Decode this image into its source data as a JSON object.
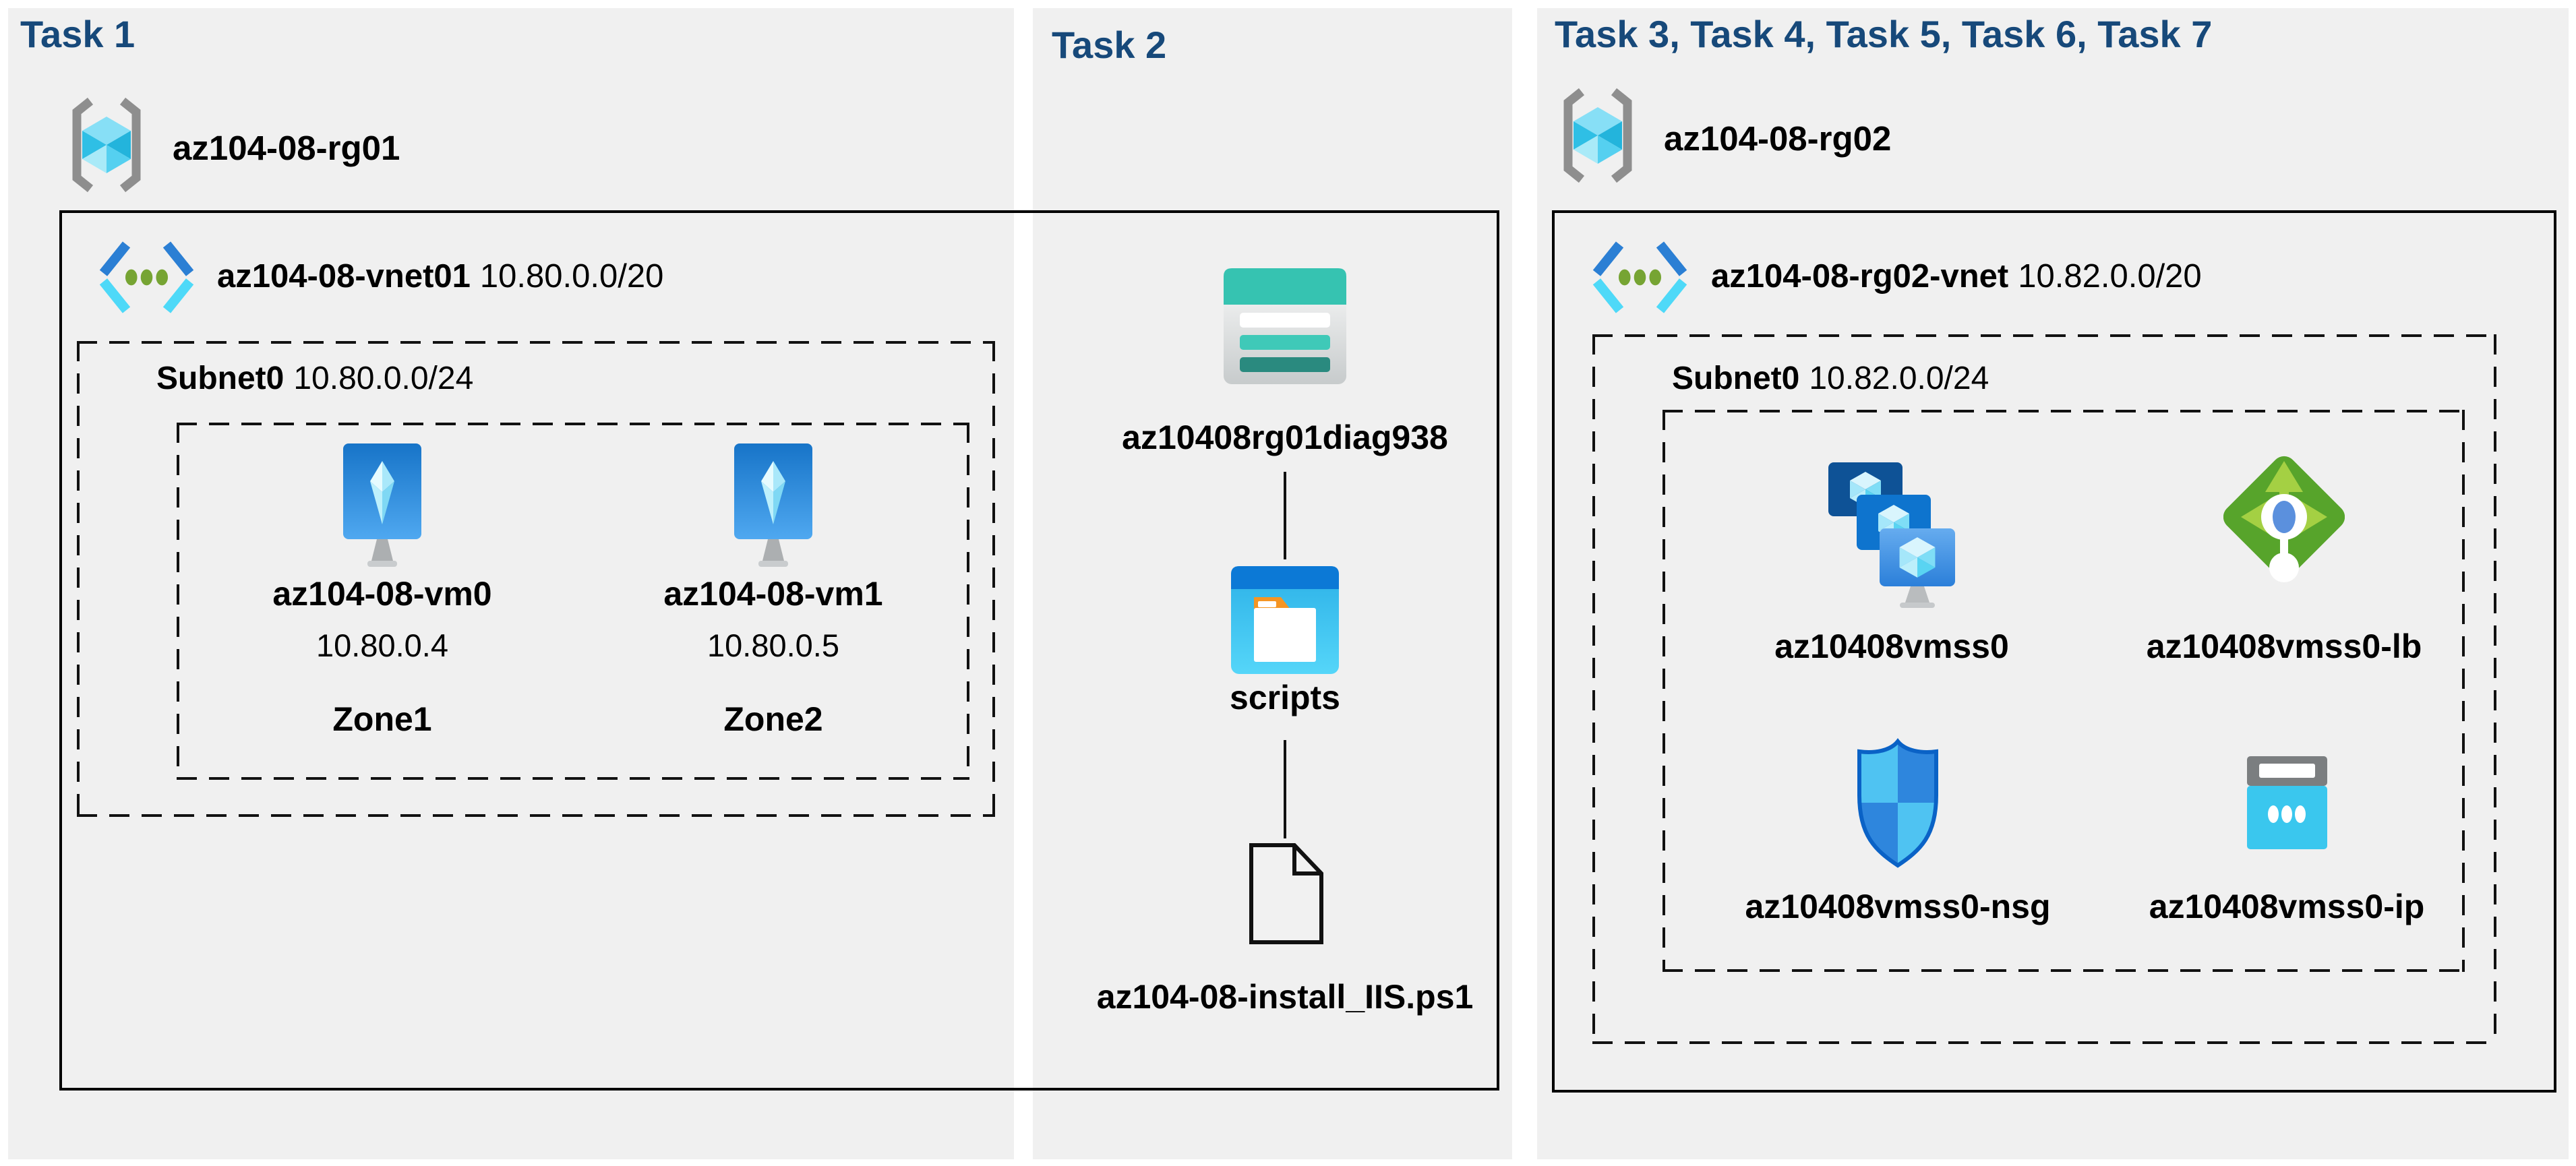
{
  "colors": {
    "title_accent": "#17497A",
    "panel_bg": "#F0F0F0",
    "line": "#000000",
    "vnet_blue": "#2B7FD4",
    "vnet_cyan": "#4ED9F8",
    "lb_green": "#57A42B",
    "nsg_blue_light": "#4FC3F2",
    "nsg_blue_dark": "#2E86DD",
    "storage_teal": "#36C3B1",
    "container_blue": "#0C79D6",
    "ip_cyan": "#3AC7EE"
  },
  "icons": {
    "resource_group": "resource-group-icon",
    "virtual_network": "virtual-network-icon",
    "virtual_machine": "virtual-machine-icon",
    "storage_account": "storage-account-icon",
    "blob_container": "blob-container-icon",
    "script_file": "file-icon",
    "vm_scale_set": "vm-scale-set-icon",
    "load_balancer": "load-balancer-icon",
    "network_security_group": "network-security-group-icon",
    "public_ip": "public-ip-icon"
  },
  "panels": [
    {
      "title": "Task 1",
      "resource_group": {
        "name": "az104-08-rg01"
      },
      "vnet": {
        "name": "az104-08-vnet01",
        "cidr": "10.80.0.0/20"
      },
      "subnet": {
        "name": "Subnet0",
        "cidr": "10.80.0.0/24"
      },
      "vms": [
        {
          "name": "az104-08-vm0",
          "ip": "10.80.0.4",
          "zone": "Zone1"
        },
        {
          "name": "az104-08-vm1",
          "ip": "10.80.0.5",
          "zone": "Zone2"
        }
      ]
    },
    {
      "title": "Task 2",
      "storage_account": {
        "name": "az10408rg01diag938"
      },
      "blob_container": {
        "name": "scripts"
      },
      "script_file": {
        "name": "az104-08-install_IIS.ps1"
      }
    },
    {
      "title": "Task 3, Task 4, Task 5, Task 6, Task 7",
      "resource_group": {
        "name": "az104-08-rg02"
      },
      "vnet": {
        "name": "az104-08-rg02-vnet",
        "cidr": "10.82.0.0/20"
      },
      "subnet": {
        "name": "Subnet0",
        "cidr": "10.82.0.0/24"
      },
      "vm_scale_set": {
        "name": "az10408vmss0"
      },
      "load_balancer": {
        "name": "az10408vmss0-lb"
      },
      "network_security_group": {
        "name": "az10408vmss0-nsg"
      },
      "public_ip": {
        "name": "az10408vmss0-ip"
      }
    }
  ]
}
